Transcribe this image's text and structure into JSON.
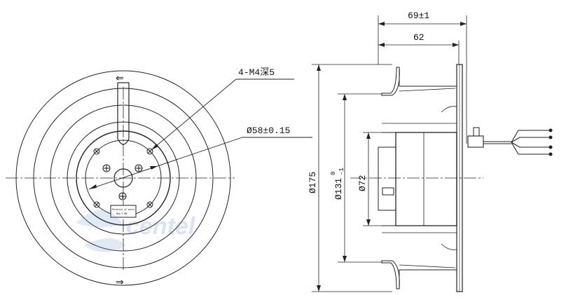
{
  "front_view": {
    "annotation_thread": "4-M4深5",
    "annotation_diameter": "Ø58±0.15",
    "label_plate_line1": "Rotation of motor",
    "label_plate_line2": "MAX 5 MM",
    "watermark": "centel",
    "airflow_arrow_top": "⇐",
    "airflow_arrow_bottom": "⇒"
  },
  "side_view": {
    "width_overall": "69±1",
    "width_body": "62",
    "diameter_outer": "Ø175",
    "diameter_inlet": "Ø131",
    "diameter_inlet_tol_upper": "0",
    "diameter_inlet_tol_lower": "-1",
    "diameter_motor": "Ø72"
  }
}
